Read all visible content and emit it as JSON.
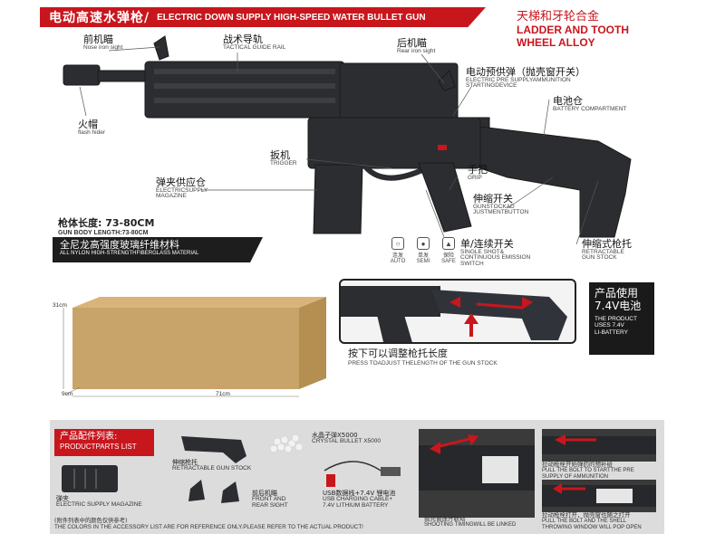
{
  "header": {
    "title_cn": "电动高速水弹枪/",
    "title_en": "ELECTRIC DOWN SUPPLY HIGH-SPEED WATER BULLET GUN"
  },
  "alloy": {
    "cn": "天梯和牙轮合金",
    "en1": "LADDER AND TOOTH",
    "en2": "WHEEL ALLOY"
  },
  "callouts": {
    "front_sight": {
      "cn": "前机瞄",
      "en": "Nose iron sight"
    },
    "tactical_rail": {
      "cn": "战术导轨",
      "en": "TACTICAL GUIDE RAIL"
    },
    "rear_sight": {
      "cn": "后机瞄",
      "en": "Rear iron sight"
    },
    "pre_supply": {
      "cn": "电动预供弹（抛壳窗开关）",
      "en1": "ELECTRIC PRE SUPPLYAMMUNITION",
      "en2": "STARTINGDEVICE"
    },
    "battery_compartment": {
      "cn": "电池仓",
      "en": "BATTERY COMPARTMENT"
    },
    "flash_hider": {
      "cn": "火帽",
      "en": "flash hider"
    },
    "trigger": {
      "cn": "扳机",
      "en": "TRIGGER"
    },
    "grip": {
      "cn": "手把",
      "en": "GRIP"
    },
    "magazine": {
      "cn": "弹夹供应仓",
      "en1": "ELECTRICSUPPLY",
      "en2": "MAGAZINE"
    },
    "stock_button": {
      "cn": "伸缩开关",
      "en1": "GUNSTOCKAD",
      "en2": "JUSTMENTBUTTON"
    },
    "switch": {
      "cn": "单/连续开关",
      "en1": "SINGLE SHOT&",
      "en2": "CONTINUOUS EMISSION",
      "en3": "SWITCH"
    },
    "retract_stock": {
      "cn": "伸缩式枪托",
      "en1": "RETRACTABLE",
      "en2": "GUN STOCK"
    }
  },
  "spec": {
    "length_cn": "枪体长度: 73-80CM",
    "length_en": "GUN BODY LENGTH:73-80CM"
  },
  "nylon": {
    "cn": "全尼龙高强度玻璃纤维材料",
    "en": "ALL NYLON HIGH-STRENGTHFIBERGLASS MATERIAL"
  },
  "modes": [
    {
      "cn": "连发",
      "en": "AUTO"
    },
    {
      "cn": "单发",
      "en": "SEMI"
    },
    {
      "cn": "保险",
      "en": "SAFE"
    }
  ],
  "battery_box": {
    "cn1": "产品使用",
    "cn2": "7.4V电池",
    "en1": "THE PRODUCT",
    "en2": "USES 7.4V",
    "en3": "LI-BATTERY"
  },
  "press": {
    "cn": "按下可以调整枪托长度",
    "en": "PRESS TOADJUST THELENGTH OF THE GUN STOCK"
  },
  "box_dims": {
    "height": "31cm",
    "depth": "9cm",
    "length": "71cm"
  },
  "parts": {
    "title_cn": "产品配件列表:",
    "title_en": "PRODUCTPARTS LIST",
    "stock_cn": "伸缩枪托",
    "stock_en": "RETRACTABLE GUN STOCK",
    "bullet_cn": "水晶子弹X5000",
    "bullet_en": "CRYSTAL BULLET X5000",
    "mag_cn": "弹夹",
    "mag_en": "ELECTRIC SUPPLY MAGAZINE",
    "sight_cn": "前后机瞄",
    "sight_en1": "FRONT AND",
    "sight_en2": "REAR SIGHT",
    "cable_cn": "USB数据线+7.4V 锂电池",
    "cable_en1": "USB CHARGING CABLE+",
    "cable_en2": "7.4V LITHIUM BATTERY",
    "note_cn": "(附件列表中的颜色仅供参考)",
    "note_en": "THE COLORS IN THE ACCESSORY LIST ARE FOR REFERENCE ONLY.PLEASE REFER TO THE ACTUAL PRODUCT!"
  },
  "photos": {
    "p1_cn": "抛壳窗连开联动",
    "p1_en": "SHOOTING TIMINGWILL BE LINKED",
    "p2a_cn": "拉动枪栓开始弹药的预补给",
    "p2a_en1": "PULL THE BOLT TO STARTTHE PRE",
    "p2a_en2": "SUPPLY OF AMMUNITION",
    "p2b_cn": "拉动枪栓打开，抛壳窗也随之打开",
    "p2b_en1": "PULL THE BOLT AND THE SHELL",
    "p2b_en2": "THROWING WINDOW WILL POP OPEN"
  },
  "colors": {
    "accent": "#c8161d",
    "dark": "#1d1d1d",
    "box": "#c9a46a"
  }
}
